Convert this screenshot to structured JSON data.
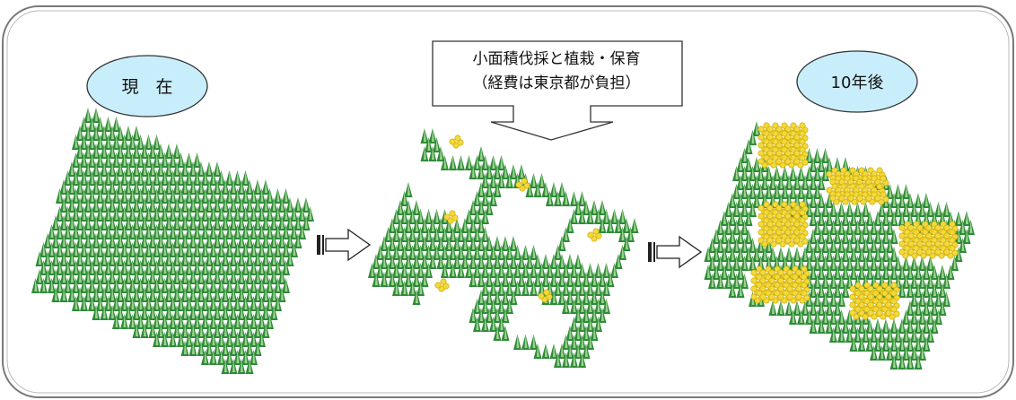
{
  "labels": {
    "current": "現　在",
    "callout_line1": "小面積伐採と植栽・保育",
    "callout_line2": "（経費は東京都が負担）",
    "after": "10年後"
  },
  "colors": {
    "frame": "#7a7a7a",
    "ellipse_fill": "#c9eefb",
    "ellipse_stroke": "#333333",
    "tree_dark": "#2f8b3a",
    "tree_light": "#9ed38e",
    "sapling": "#f3d93b"
  }
}
